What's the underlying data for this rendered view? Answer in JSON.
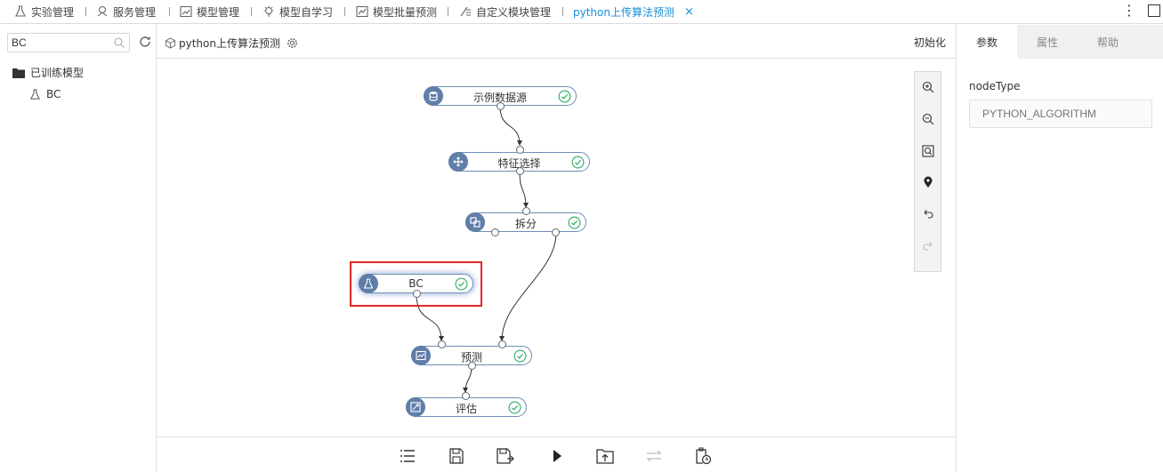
{
  "tabs": [
    {
      "label": "实验管理",
      "icon": "flask-icon"
    },
    {
      "label": "服务管理",
      "icon": "service-icon"
    },
    {
      "label": "模型管理",
      "icon": "model-chart-icon"
    },
    {
      "label": "模型自学习",
      "icon": "lightbulb-icon"
    },
    {
      "label": "模型批量预测",
      "icon": "batch-chart-icon"
    },
    {
      "label": "自定义模块管理",
      "icon": "custom-module-icon"
    },
    {
      "label": "python上传算法预测",
      "icon": "",
      "active": true,
      "closable": true
    }
  ],
  "left": {
    "search_value": "BC",
    "tree": {
      "folder_label": "已训练模型",
      "child_label": "BC"
    }
  },
  "canvas_header": {
    "title": "python上传算法预测",
    "init_label": "初始化"
  },
  "nodes": [
    {
      "id": "n1",
      "label": "示例数据源",
      "icon": "database-icon",
      "status": "success"
    },
    {
      "id": "n2",
      "label": "特征选择",
      "icon": "feature-select-icon",
      "status": "success"
    },
    {
      "id": "n3",
      "label": "拆分",
      "icon": "split-icon",
      "status": "success"
    },
    {
      "id": "n4",
      "label": "BC",
      "icon": "flask-icon",
      "status": "success",
      "selected": true
    },
    {
      "id": "n5",
      "label": "预测",
      "icon": "predict-icon",
      "status": "success"
    },
    {
      "id": "n6",
      "label": "评估",
      "icon": "evaluate-icon",
      "status": "success"
    }
  ],
  "zoom_tools": [
    "zoom-in-icon",
    "zoom-out-icon",
    "fit-view-icon",
    "locate-icon",
    "undo-icon",
    "redo-icon"
  ],
  "bottom_tools": [
    "list-icon",
    "save-icon",
    "save-as-icon",
    "run-icon",
    "export-icon",
    "swap-icon",
    "schedule-icon"
  ],
  "right": {
    "tabs": [
      {
        "label": "参数",
        "active": true
      },
      {
        "label": "属性"
      },
      {
        "label": "帮助"
      }
    ],
    "field_label": "nodeType",
    "field_placeholder": "PYTHON_ALGORITHM"
  },
  "colors": {
    "accent": "#1a8fd6",
    "node_border": "#6c8fb5",
    "node_icon_bg": "#5f7ea8",
    "success": "#3cb371",
    "selection": "#e0262a"
  }
}
